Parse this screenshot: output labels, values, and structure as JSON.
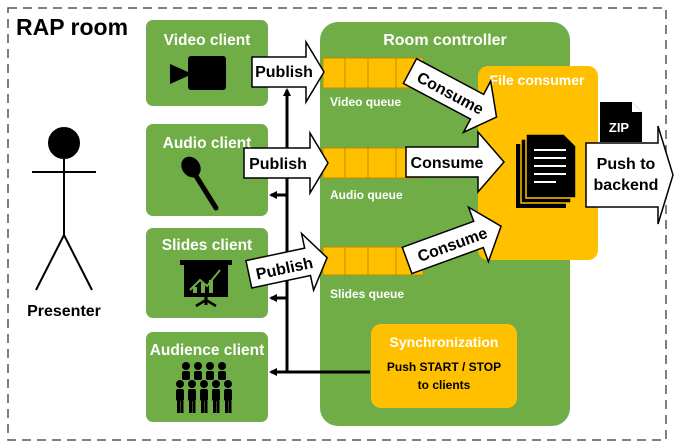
{
  "room": {
    "title": "RAP room"
  },
  "presenter": {
    "label": "Presenter"
  },
  "clients": [
    {
      "title": "Video client",
      "icon": "video-camera-icon"
    },
    {
      "title": "Audio client",
      "icon": "microphone-icon"
    },
    {
      "title": "Slides client",
      "icon": "presentation-board-icon"
    },
    {
      "title": "Audience client",
      "icon": "audience-icon"
    }
  ],
  "controller": {
    "title": "Room controller",
    "queues": [
      {
        "label": "Video queue"
      },
      {
        "label": "Audio queue"
      },
      {
        "label": "Slides queue"
      }
    ],
    "file_consumer": {
      "title": "File consumer",
      "icon": "documents-icon"
    },
    "synchronization": {
      "title": "Synchronization",
      "line1": "Push START / STOP",
      "line2": "to clients"
    }
  },
  "arrows": {
    "publish": [
      "Publish",
      "Publish",
      "Publish"
    ],
    "consume": [
      "Consume",
      "Consume",
      "Consume"
    ],
    "push_line1": "Push to",
    "push_line2": "backend"
  },
  "zip_icon": {
    "label": "ZIP",
    "icon": "zip-file-icon"
  },
  "colors": {
    "green": "#70AD47",
    "orange": "#FFC000",
    "black": "#000000",
    "white": "#FFFFFF"
  }
}
